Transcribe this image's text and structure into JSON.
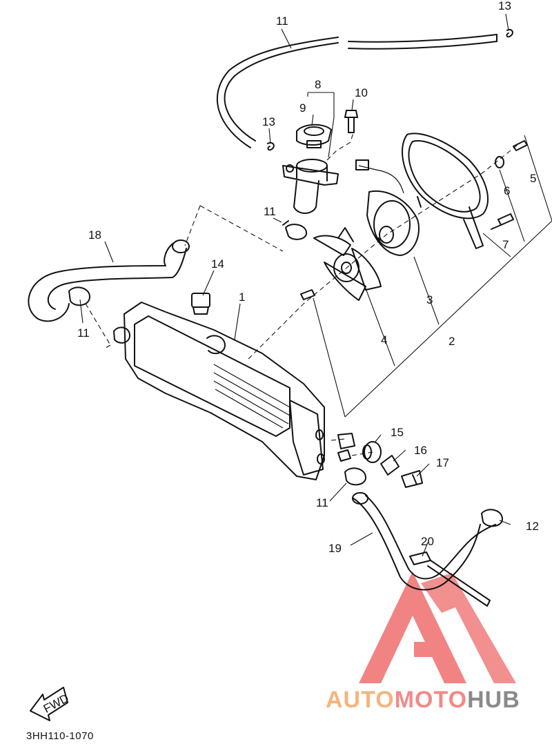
{
  "labels": [
    {
      "id": "1",
      "text": "1"
    },
    {
      "id": "2",
      "text": "2"
    },
    {
      "id": "3",
      "text": "3"
    },
    {
      "id": "4",
      "text": "4"
    },
    {
      "id": "5",
      "text": "5"
    },
    {
      "id": "6",
      "text": "6"
    },
    {
      "id": "7",
      "text": "7"
    },
    {
      "id": "8",
      "text": "8"
    },
    {
      "id": "9",
      "text": "9"
    },
    {
      "id": "10",
      "text": "10"
    },
    {
      "id": "11a",
      "text": "11"
    },
    {
      "id": "11b",
      "text": "11"
    },
    {
      "id": "11c",
      "text": "11"
    },
    {
      "id": "11d",
      "text": "11"
    },
    {
      "id": "12",
      "text": "12"
    },
    {
      "id": "13a",
      "text": "13"
    },
    {
      "id": "13b",
      "text": "13"
    },
    {
      "id": "14",
      "text": "14"
    },
    {
      "id": "15",
      "text": "15"
    },
    {
      "id": "16",
      "text": "16"
    },
    {
      "id": "17",
      "text": "17"
    },
    {
      "id": "18",
      "text": "18"
    },
    {
      "id": "19",
      "text": "19"
    },
    {
      "id": "20",
      "text": "20"
    }
  ],
  "fwd_label": "FWD",
  "diagram_code": "3HH110-1070",
  "watermark": {
    "part1": "AUTO",
    "part2": "MOTO",
    "part3": "HUB"
  },
  "colors": {
    "ink": "#111111",
    "watermark_red": "#e84040",
    "watermark_orange": "#f6b47c",
    "watermark_gray": "#8a8a8a"
  }
}
